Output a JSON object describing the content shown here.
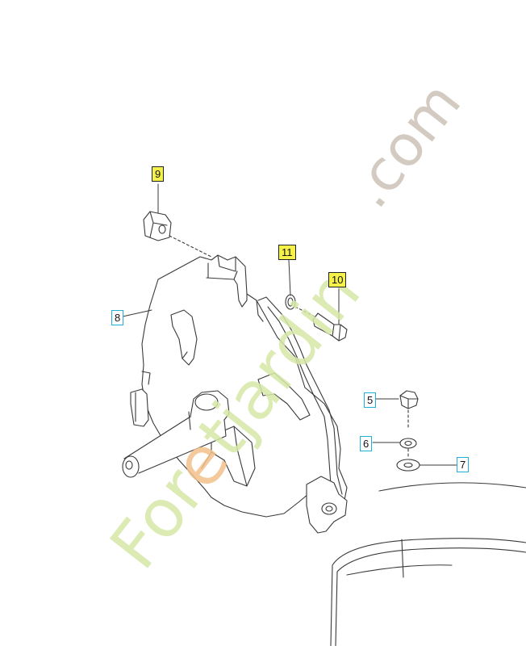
{
  "callouts": [
    {
      "id": "9",
      "label": "9",
      "style": "yellow"
    },
    {
      "id": "11",
      "label": "11",
      "style": "yellow"
    },
    {
      "id": "10",
      "label": "10",
      "style": "yellow"
    },
    {
      "id": "8",
      "label": "8",
      "style": "blue"
    },
    {
      "id": "5",
      "label": "5",
      "style": "blue"
    },
    {
      "id": "6",
      "label": "6",
      "style": "blue"
    },
    {
      "id": "7",
      "label": "7",
      "style": "blue"
    }
  ],
  "watermark": {
    "text_main": "Foretjardin",
    "text_suffix": ".com",
    "color_green": "#d6e8a8",
    "color_orange": "#f3c18c",
    "color_gray": "#cfc6bb"
  },
  "colors": {
    "line": "#3a3a3a",
    "callout_yellow": "#f4f14a",
    "callout_blue_border": "#1fb0d8"
  }
}
